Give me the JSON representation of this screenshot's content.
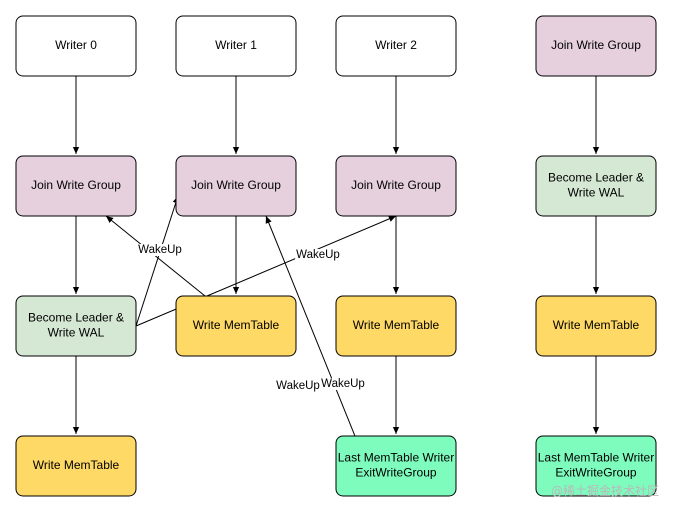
{
  "colors": {
    "white": "#ffffff",
    "purple": "#e6d0de",
    "green_light": "#d5e8d4",
    "yellow": "#ffd966",
    "mint": "#7dfcbe",
    "stroke": "#000000"
  },
  "nodes": [
    {
      "id": "w0",
      "lines": [
        "Writer 0"
      ],
      "fill": "white"
    },
    {
      "id": "w1",
      "lines": [
        "Writer 1"
      ],
      "fill": "white"
    },
    {
      "id": "w2",
      "lines": [
        "Writer 2"
      ],
      "fill": "white"
    },
    {
      "id": "r0",
      "lines": [
        "Join Write Group"
      ],
      "fill": "purple"
    },
    {
      "id": "j0",
      "lines": [
        "Join Write Group"
      ],
      "fill": "purple"
    },
    {
      "id": "j1",
      "lines": [
        "Join Write Group"
      ],
      "fill": "purple"
    },
    {
      "id": "j2",
      "lines": [
        "Join Write Group"
      ],
      "fill": "purple"
    },
    {
      "id": "r1",
      "lines": [
        "Become Leader &",
        "Write WAL"
      ],
      "fill": "green_light"
    },
    {
      "id": "l0",
      "lines": [
        "Become Leader &",
        "Write WAL"
      ],
      "fill": "green_light"
    },
    {
      "id": "m1",
      "lines": [
        "Write MemTable"
      ],
      "fill": "yellow"
    },
    {
      "id": "m2",
      "lines": [
        "Write MemTable"
      ],
      "fill": "yellow"
    },
    {
      "id": "r2",
      "lines": [
        "Write MemTable"
      ],
      "fill": "yellow"
    },
    {
      "id": "m0",
      "lines": [
        "Write MemTable"
      ],
      "fill": "yellow"
    },
    {
      "id": "x2",
      "lines": [
        "Last MemTable Writer",
        "ExitWriteGroup"
      ],
      "fill": "mint"
    },
    {
      "id": "r3",
      "lines": [
        "Last MemTable Writer",
        "ExitWriteGroup"
      ],
      "fill": "mint"
    }
  ],
  "edges": [
    {
      "id": "e1"
    },
    {
      "id": "e2"
    },
    {
      "id": "e3"
    },
    {
      "id": "e4"
    },
    {
      "id": "e5"
    },
    {
      "id": "e6"
    },
    {
      "id": "e7"
    },
    {
      "id": "e8"
    },
    {
      "id": "e9"
    },
    {
      "id": "e10"
    },
    {
      "id": "e11",
      "label": "WakeUp"
    },
    {
      "id": "e12",
      "label": "WakeUp"
    },
    {
      "id": "e13",
      "label": "WakeUp"
    },
    {
      "id": "e14",
      "label": "WakeUp"
    },
    {
      "id": "e15"
    }
  ],
  "watermark": "@稀土掘金技术社区"
}
